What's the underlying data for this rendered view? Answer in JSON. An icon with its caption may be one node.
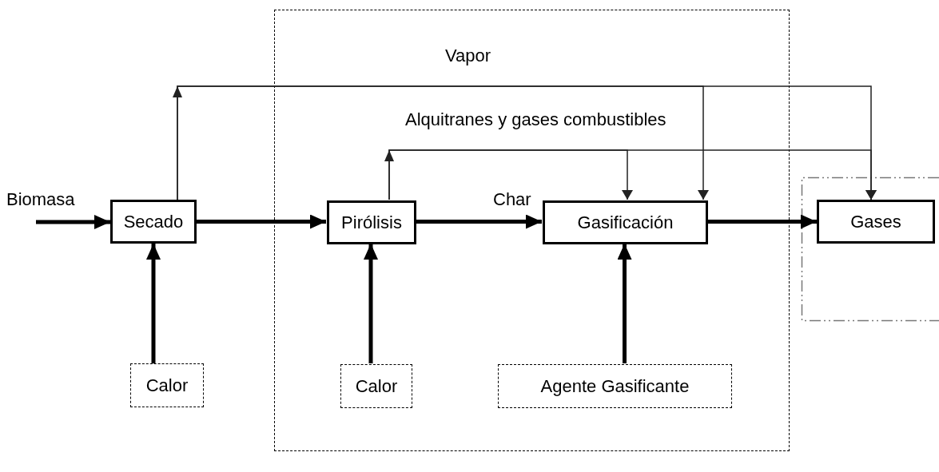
{
  "diagram": {
    "nodes": [
      {
        "text": [],
        "shape": "box"
      },
      {
        "text": [
          "Secado"
        ]
      },
      {
        "text": [
          "Pirólisis"
        ],
        "in": 0
      },
      {
        "text": [
          "Gasificación"
        ],
        "in": 0
      },
      {
        "text": [],
        "shape": "box"
      },
      {
        "text": [
          "Gases"
        ],
        "in": 4
      },
      {
        "text": [
          "Calor"
        ]
      },
      {
        "text": [
          "Calor"
        ],
        "in": 0
      },
      {
        "text": [
          "Agente Gasificante"
        ],
        "in": 0
      }
    ],
    "edges": [
      {
        "from": null,
        "to": 1,
        "arrow": "to",
        "label": "Biomasa"
      },
      {
        "from": 1,
        "to": 2,
        "arrow": "to"
      },
      {
        "from": 2,
        "to": 3,
        "arrow": "to",
        "label": "Char"
      },
      {
        "from": 3,
        "to": 5,
        "arrow": "to"
      },
      {
        "from": 6,
        "to": 1,
        "arrow": "to"
      },
      {
        "from": 7,
        "to": 2,
        "arrow": "to"
      },
      {
        "from": 8,
        "to": 3,
        "arrow": "to"
      },
      {
        "from": 1,
        "to": 3,
        "arrow": "to",
        "label": "Vapor"
      },
      {
        "from": 1,
        "to": 5,
        "arrow": "to"
      },
      {
        "from": 2,
        "to": 3,
        "arrow": "to",
        "label": "Alquitranes y gases combustibles"
      },
      {
        "from": 2,
        "to": 5,
        "arrow": "to"
      }
    ]
  }
}
